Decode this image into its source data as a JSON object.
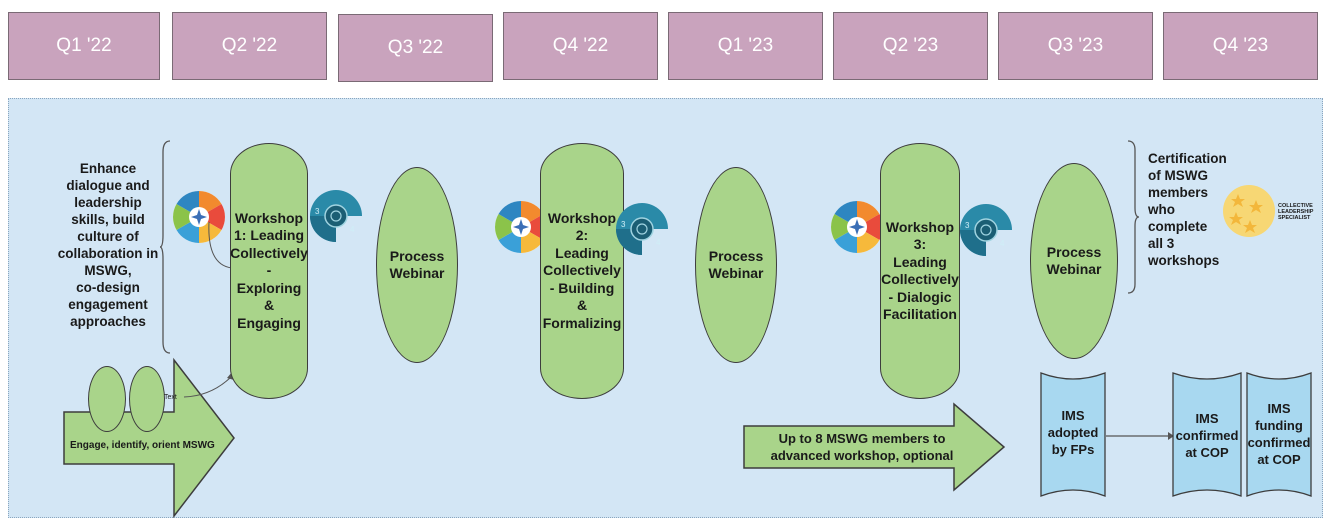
{
  "timeline": {
    "quarters": [
      "Q1 '22",
      "Q2 '22",
      "Q3 '22",
      "Q4 '22",
      "Q1 '23",
      "Q2 '23",
      "Q3 '23",
      "Q4 '23"
    ]
  },
  "goal_text": "Enhance\ndialogue and\nleadership\nskills, build\nculture of\ncollaboration in\nMSWG,\nco-design\nengagement\napproaches",
  "workshops": [
    "Workshop\n1: Leading\nCollectively\n-\nExploring\n&\nEngaging",
    "Workshop\n2:\nLeading\nCollectively\n- Building\n&\nFormalizing",
    "Workshop\n3:\nLeading\nCollectively\n- Dialogic\nFacilitation"
  ],
  "webinars": [
    "Process\nWebinar",
    "Process\nWebinar",
    "Process\nWebinar"
  ],
  "certification": {
    "text": "Certification\nof MSWG\nmembers\nwho\ncomplete\nall 3\nworkshops",
    "badge_text": "COLLECTIVE\nLEADERSHIP\nSPECIALIST",
    "badge_icon": "star-badge-icon"
  },
  "engage_arrow": {
    "label": "Engage, identify, orient MSWG",
    "small_label": "Text"
  },
  "advanced_arrow": {
    "label": "Up to 8 MSWG members to\nadvanced workshop,  optional"
  },
  "ims_boxes": [
    "IMS\nadopted\nby FPs",
    "IMS\nconfirmed\nat COP",
    "IMS\nfunding\nconfirmed\nat COP"
  ],
  "colors": {
    "quarter_bg": "#c9a3bd",
    "panel_bg": "#d3e6f5",
    "shape_green": "#a9d48a",
    "ims_blue": "#a8d8f0",
    "badge_yellow": "#f7d774"
  },
  "icons": [
    "process-wheel-icon",
    "spiral-icon"
  ]
}
